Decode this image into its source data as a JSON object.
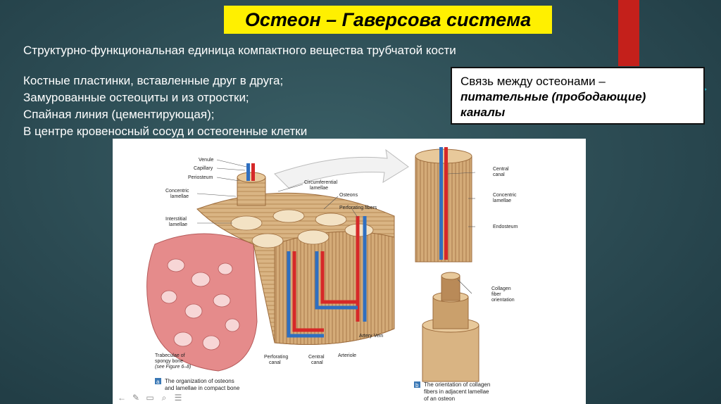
{
  "title": "Остеон – Гаверсова система",
  "subtitle": "Структурно-функциональная единица компактного вещества трубчатой кости",
  "bullets": [
    "Костные пластинки, вставленные друг в друга;",
    "Замурованные остеоциты и из отростки;",
    "Спайная линия (цементирующая);",
    "В центре кровеносный сосуд и остеогенные клетки"
  ],
  "note": {
    "line1": "Связь между остеонами –",
    "line2": "питательные (прободающие)",
    "line3": "каналы"
  },
  "figure": {
    "labels": {
      "venule": "Venule",
      "capillary": "Capillary",
      "periosteum": "Periosteum",
      "concentric_lamellae_1": "Concentric",
      "concentric_lamellae_2": "lamellae",
      "interstitial_1": "Interstitial",
      "interstitial_2": "lamellae",
      "circumferential_1": "Circumferential",
      "circumferential_2": "lamellae",
      "osteons": "Osteons",
      "perforating_fibers": "Perforating fibers",
      "trabeculae_1": "Trabeculae of",
      "trabeculae_2": "spongy bone",
      "trabeculae_3": "(see Figure 6–8)",
      "perforating_canal_1": "Perforating",
      "perforating_canal_2": "canal",
      "central_canal_1": "Central",
      "central_canal_2": "canal",
      "arteriole": "Arteriole",
      "artery_vein": "Artery Vein",
      "central_canal_b1": "Central",
      "central_canal_b2": "canal",
      "concentric_b1": "Concentric",
      "concentric_b2": "lamellae",
      "endosteum": "Endosteum",
      "collagen_1": "Collagen",
      "collagen_2": "fiber",
      "collagen_3": "orientation"
    },
    "caption_a_letter": "a",
    "caption_a_1": "The organization of osteons",
    "caption_a_2": "and lamellae in compact bone",
    "caption_b_letter": "b",
    "caption_b_1": "The orientation of collagen",
    "caption_b_2": "fibers in adjacent lamellae",
    "caption_b_3": "of an osteon"
  },
  "toolbar": {
    "icons": [
      "back-arrow-icon",
      "pen-icon",
      "screen-icon",
      "zoom-icon",
      "menu-icon"
    ],
    "glyphs": [
      "←",
      "✎",
      "▭",
      "⌕",
      "☰"
    ]
  },
  "colors": {
    "title_bg": "#fff000",
    "accent_red": "#c4201b",
    "arrow_teal": "#1ea1b3",
    "background": "#2b4a52"
  }
}
